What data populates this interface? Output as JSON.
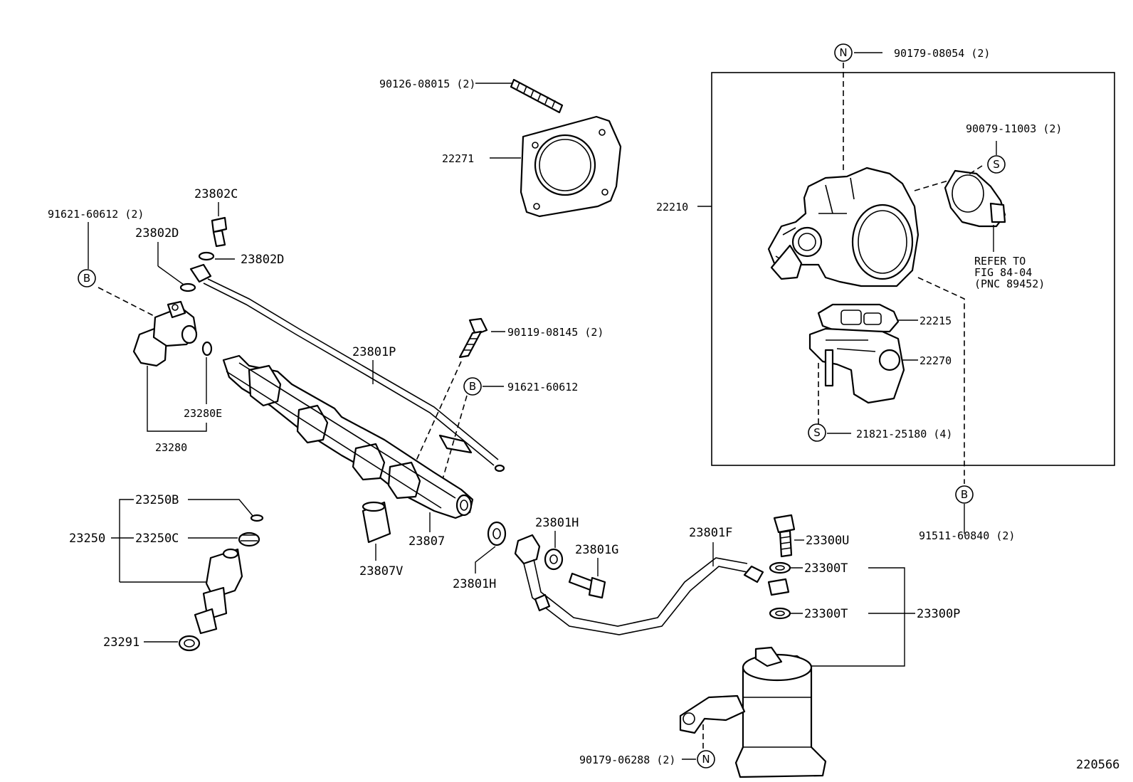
{
  "labels": {
    "p90179_08054": "90179-08054 (2)",
    "p90126_08015": "90126-08015 (2)",
    "p22271": "22271",
    "p90079_11003": "90079-11003 (2)",
    "p22210": "22210",
    "refer1": "REFER TO",
    "refer2": "FIG 84-04",
    "refer3": "(PNC 89452)",
    "p22215": "22215",
    "p22270": "22270",
    "p21821_25180": "21821-25180 (4)",
    "p91511_60840": "91511-60840 (2)",
    "p23802C": "23802C",
    "p91621_60612_2": "91621-60612 (2)",
    "p23802D_a": "23802D",
    "p23802D_b": "23802D",
    "p90119_08145": "90119-08145 (2)",
    "p23801P": "23801P",
    "p91621_60612": "91621-60612",
    "p23280E": "23280E",
    "p23280": "23280",
    "p23250B": "23250B",
    "p23250": "23250",
    "p23250C": "23250C",
    "p23807": "23807",
    "p23807V": "23807V",
    "p23801H_a": "23801H",
    "p23801H_b": "23801H",
    "p23801G": "23801G",
    "p23801F": "23801F",
    "p23300U": "23300U",
    "p23300T_a": "23300T",
    "p23300T_b": "23300T",
    "p23300P": "23300P",
    "p23291": "23291",
    "p90179_06288": "90179-06288 (2)",
    "fig_no": "220566"
  },
  "markers": {
    "N": "N",
    "S": "S",
    "B": "B"
  }
}
